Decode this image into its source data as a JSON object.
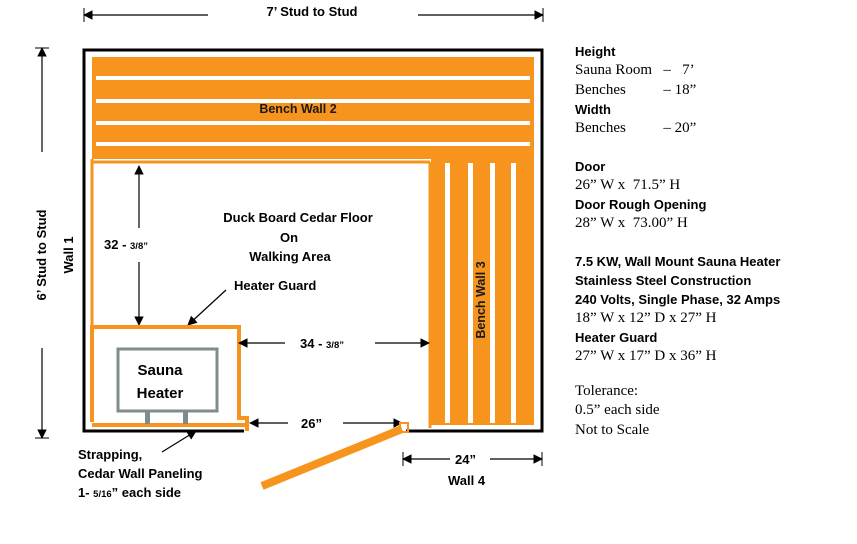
{
  "labels": {
    "top_dim": "7’ Stud to Stud",
    "left_dim": "6’ Stud to Stud",
    "wall_1": "Wall 1",
    "wall_4": "Wall 4",
    "bench_wall_2": "Bench Wall 2",
    "bench_wall_3": "Bench Wall 3",
    "floor_line1": "Duck Board Cedar Floor",
    "floor_line2": "On",
    "floor_line3": "Walking Area",
    "heater_guard": "Heater Guard",
    "heater_line1": "Sauna",
    "heater_line2": "Heater",
    "dim_32_main": "32 - ",
    "dim_32_frac": "3/8”",
    "dim_34_main": "34 - ",
    "dim_34_frac": "3/8”",
    "dim_26": "26”",
    "dim_24": "24”",
    "strapping_line1": "Strapping,",
    "strapping_line2": "Cedar Wall Paneling",
    "strapping_line3_main": "1- ",
    "strapping_line3_frac": "5/16",
    "strapping_line3_end": "” each side"
  },
  "specs": {
    "height_heading": "Height",
    "sauna_room": "Sauna Room   –   7’",
    "benches_height": "Benches          – 18”",
    "width_heading": "Width",
    "benches_width": "Benches          – 20”",
    "door_heading": "Door",
    "door_size": "26” W x  71.5” H",
    "rough_heading": "Door Rough Opening",
    "rough_size": "28” W x  73.00” H",
    "heater_line1": "7.5 KW, Wall Mount Sauna Heater",
    "heater_line2": "Stainless Steel Construction",
    "heater_line3": "240 Volts, Single Phase, 32 Amps",
    "heater_size": "18” W x 12” D x 27” H",
    "guard_heading": "Heater Guard",
    "guard_size": "27” W x 17” D x 36” H",
    "tolerance_heading": "Tolerance:",
    "tolerance_value": "0.5” each side",
    "scale_note": "Not to Scale"
  },
  "colors": {
    "bench": "#f7941d",
    "wall": "#000000",
    "heater_frame": "#7f8c8d"
  }
}
